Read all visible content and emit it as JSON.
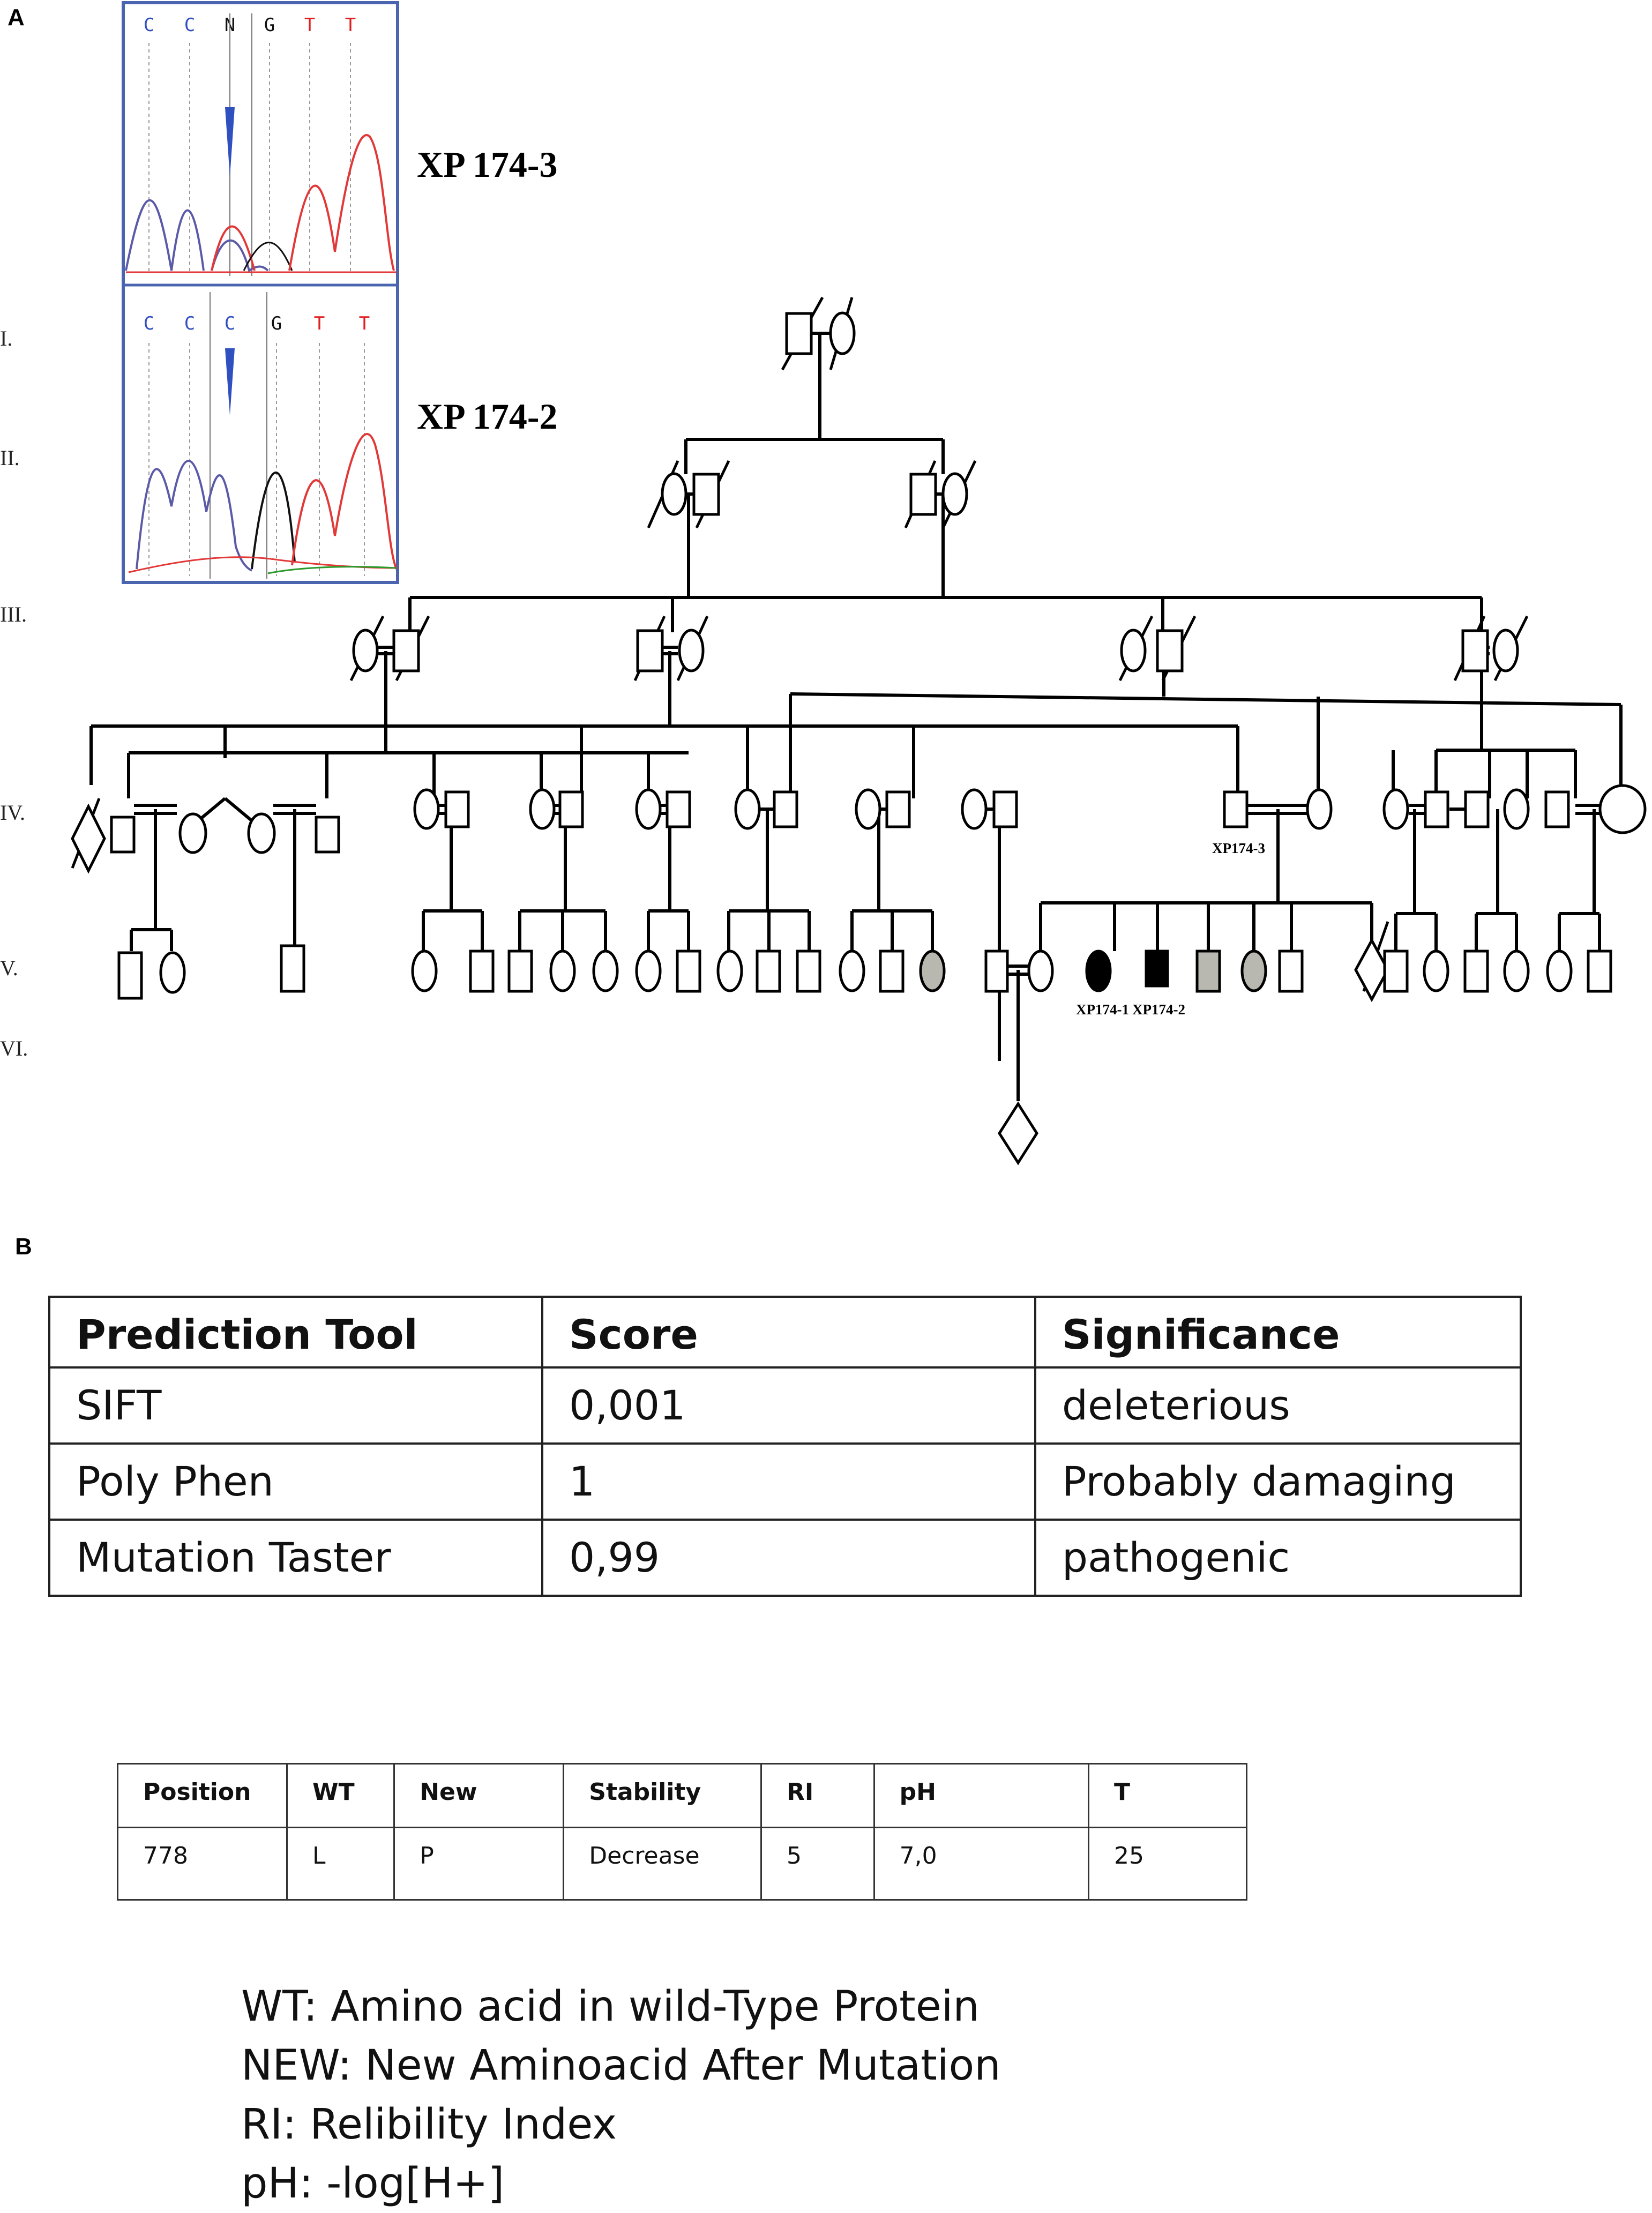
{
  "panels": {
    "a": "A",
    "b": "B"
  },
  "sequencing": {
    "traces": [
      {
        "sample": "XP 174-3",
        "bases": [
          "C",
          "C",
          "N",
          "G",
          "T",
          "T"
        ],
        "base_colors": [
          "#3050c0",
          "#3050c0",
          "#111111",
          "#111111",
          "#e02020",
          "#e02020"
        ]
      },
      {
        "sample": "XP 174-2",
        "bases": [
          "C",
          "C",
          "C",
          "G",
          "T",
          "T"
        ],
        "base_colors": [
          "#3050c0",
          "#3050c0",
          "#3050c0",
          "#111111",
          "#e02020",
          "#e02020"
        ]
      }
    ],
    "colors": {
      "frame": "#4a64b0",
      "c_trace": "#5a5aa8",
      "t_trace": "#e23838",
      "g_trace": "#111111",
      "a_trace": "#2a9a2a",
      "marker": "#3050c0"
    }
  },
  "pedigree": {
    "generations": [
      "I.",
      "II.",
      "III.",
      "IV.",
      "V.",
      "VI."
    ],
    "labels": {
      "carrier_father": "XP174-3",
      "patient1": "XP174-1",
      "patient2": "XP174-2"
    },
    "colors": {
      "affected": "#000000",
      "gray": "#b8b8b0"
    }
  },
  "prediction_table": {
    "headers": [
      "Prediction Tool",
      "Score",
      "Significance"
    ],
    "rows": [
      [
        "SIFT",
        "0,001",
        "deleterious"
      ],
      [
        "Poly Phen",
        "1",
        "Probably damaging"
      ],
      [
        "Mutation Taster",
        "0,99",
        "pathogenic"
      ]
    ]
  },
  "stability_table": {
    "headers": [
      "Position",
      "WT",
      "New",
      "Stability",
      "RI",
      "pH",
      "T"
    ],
    "rows": [
      [
        "778",
        "L",
        "P",
        "Decrease",
        "5",
        "7,0",
        "25"
      ]
    ]
  },
  "legend": [
    "WT: Amino acid in wild-Type Protein",
    "NEW: New Aminoacid After Mutation",
    "RI: Relibility Index",
    "pH: -log[H+]"
  ]
}
